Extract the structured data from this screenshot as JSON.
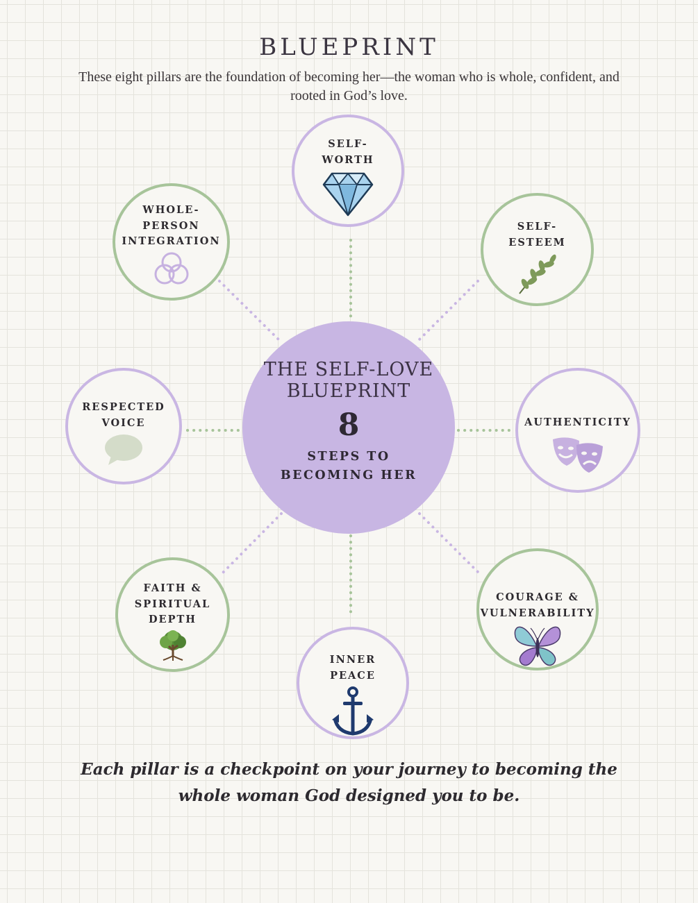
{
  "header": {
    "title": "BLUEPRINT",
    "subtitle": "These eight pillars are the foundation of becoming her—the woman who is whole, confident, and rooted in God’s love."
  },
  "center": {
    "title": "THE SELF-LOVE\nBLUEPRINT",
    "number": "8",
    "subtitle": "STEPS TO\nBECOMING HER"
  },
  "pillars": [
    {
      "label": "SELF-\nWORTH",
      "icon": "diamond-icon",
      "ring_color": "#c9b6e3"
    },
    {
      "label": "SELF-\nESTEEM",
      "icon": "leaf-branch-icon",
      "ring_color": "#a7c49a"
    },
    {
      "label": "AUTHENTICITY",
      "icon": "theater-masks-icon",
      "ring_color": "#c9b6e3"
    },
    {
      "label": "COURAGE &\nVULNERABILITY",
      "icon": "butterfly-icon",
      "ring_color": "#a7c49a"
    },
    {
      "label": "INNER\nPEACE",
      "icon": "anchor-icon",
      "ring_color": "#c9b6e3"
    },
    {
      "label": "FAITH &\nSPIRITUAL\nDEPTH",
      "icon": "tree-icon",
      "ring_color": "#a7c49a"
    },
    {
      "label": "RESPECTED\nVOICE",
      "icon": "speech-bubble-icon",
      "ring_color": "#c9b6e3"
    },
    {
      "label": "WHOLE-\nPERSON\nINTEGRATION",
      "icon": "interlocking-circles-icon",
      "ring_color": "#a7c49a"
    }
  ],
  "footer": {
    "text": "Each pillar is a checkpoint on your journey to becoming the whole woman God designed you to be."
  },
  "colors": {
    "lavender": "#c8b6e3",
    "sage": "#a7c49a",
    "text": "#2d2a2f"
  }
}
